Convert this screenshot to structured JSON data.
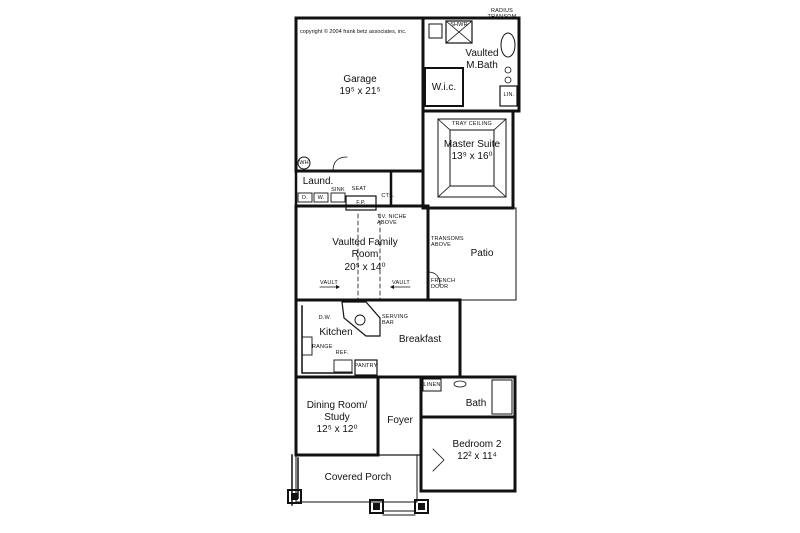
{
  "copyright": "copyright © 2004 frank betz associates, inc.",
  "rooms": {
    "garage": {
      "name": "Garage",
      "dims": "19⁵ x 21⁵"
    },
    "vaulted_mbath": {
      "name": "Vaulted M.Bath"
    },
    "wic": {
      "name": "W.i.c."
    },
    "master_suite": {
      "name": "Master Suite",
      "dims": "13⁹ x 16⁰"
    },
    "laundry": {
      "name": "Laund."
    },
    "family_room": {
      "name": "Vaulted Family Room",
      "dims": "20⁵ x 14⁰"
    },
    "patio": {
      "name": "Patio"
    },
    "kitchen": {
      "name": "Kitchen"
    },
    "breakfast": {
      "name": "Breakfast"
    },
    "dining": {
      "name": "Dining Room/ Study",
      "dims": "12⁵ x 12⁰"
    },
    "foyer": {
      "name": "Foyer"
    },
    "bath": {
      "name": "Bath"
    },
    "bedroom2": {
      "name": "Bedroom 2",
      "dims": "12² x 11⁴"
    },
    "porch": {
      "name": "Covered Porch"
    }
  },
  "notes": {
    "radius_transom": "RADIUS TRANSOM",
    "shwr": "SHWR",
    "lin_master": "LIN.",
    "tray_ceiling": "TRAY CEILING",
    "wh": "WH",
    "sink": "SINK",
    "seat": "SEAT",
    "cts": "CTS.",
    "dryer": "D.",
    "washer": "W.",
    "fp": "F.P.",
    "tv_niche": "T.V. NICHE ABOVE",
    "transoms_above": "TRANSOMS ABOVE",
    "french_door": "FRENCH DOOR",
    "vault_left": "VAULT",
    "vault_right": "VAULT",
    "dw": "D.W.",
    "serving_bar": "SERVING BAR",
    "range": "RANGE",
    "ref": "REF.",
    "pantry": "PANTRY",
    "linen": "LINEN"
  },
  "colors": {
    "ink": "#111111",
    "paper": "#ffffff",
    "hatch": "#777777"
  }
}
